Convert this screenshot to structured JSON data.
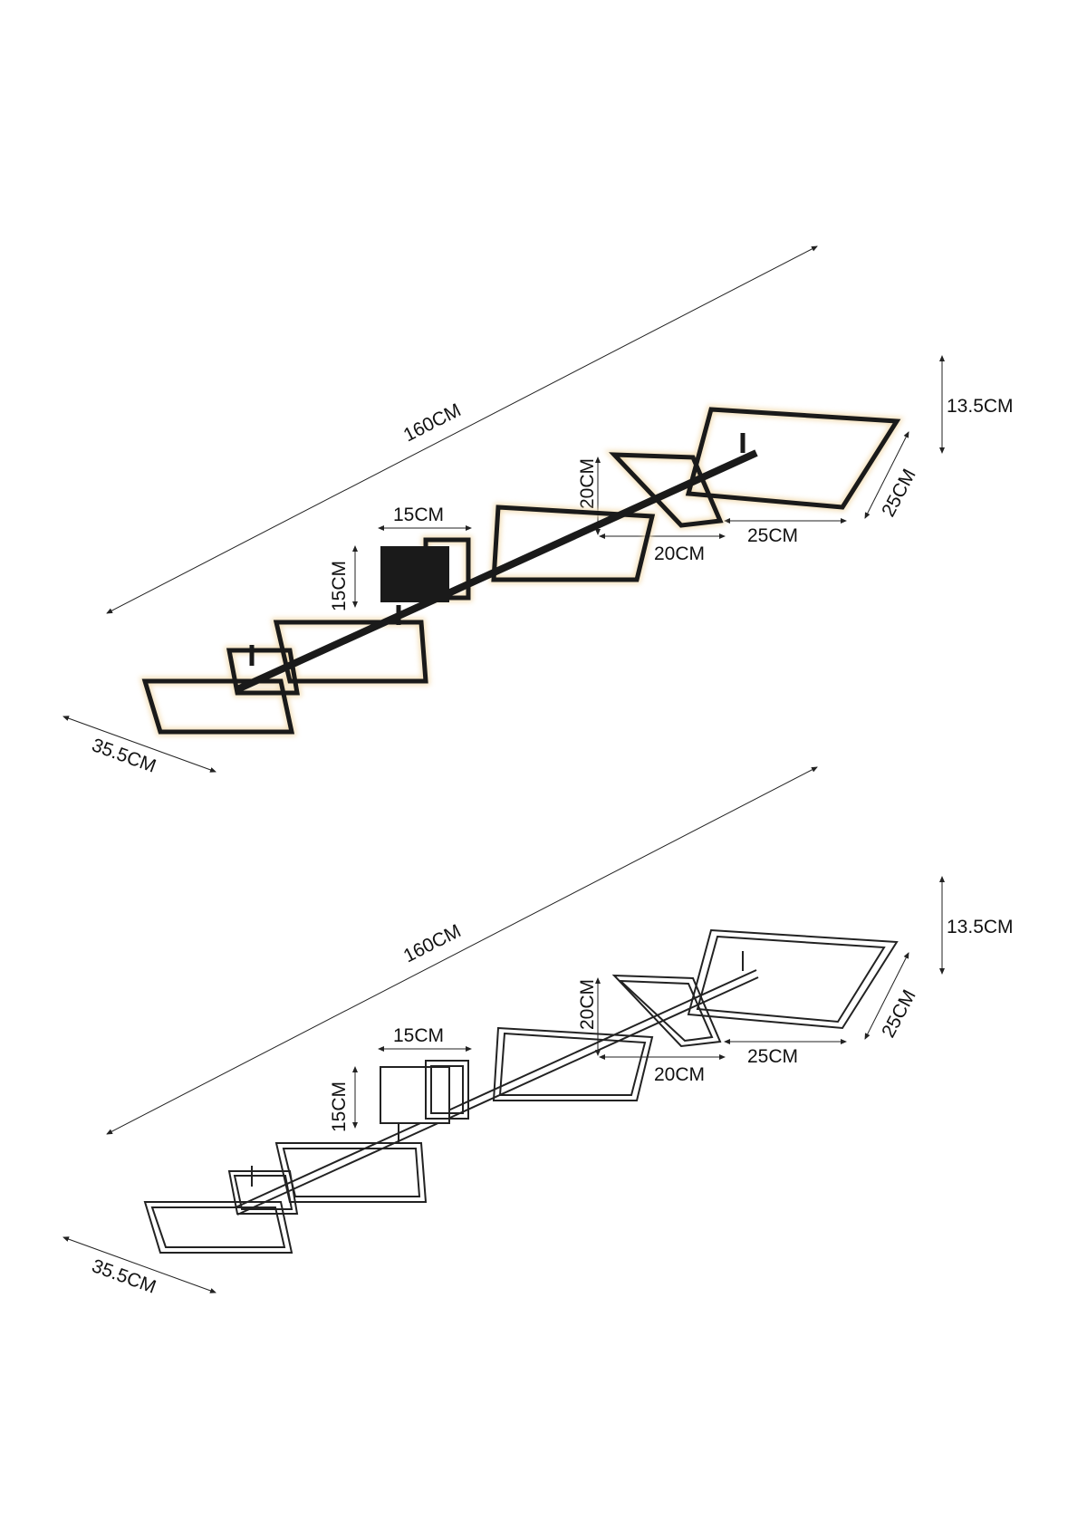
{
  "figures": [
    {
      "id": "top",
      "style": "solid-black-with-glow",
      "labels": {
        "length": "160CM",
        "height": "13.5CM",
        "depth": "35.5CM",
        "canopy_width": "15CM",
        "canopy_height": "15CM",
        "frame_small_h": "20CM",
        "frame_small_w": "20CM",
        "frame_large_w": "25CM",
        "frame_large_h": "25CM"
      }
    },
    {
      "id": "bottom",
      "style": "outline",
      "labels": {
        "length": "160CM",
        "height": "13.5CM",
        "depth": "35.5CM",
        "canopy_width": "15CM",
        "canopy_height": "15CM",
        "frame_small_h": "20CM",
        "frame_small_w": "20CM",
        "frame_large_w": "25CM",
        "frame_large_h": "25CM"
      }
    }
  ],
  "colors": {
    "frame": "#1a1a1a",
    "glow": "#f3dcb0",
    "line": "#222222"
  }
}
